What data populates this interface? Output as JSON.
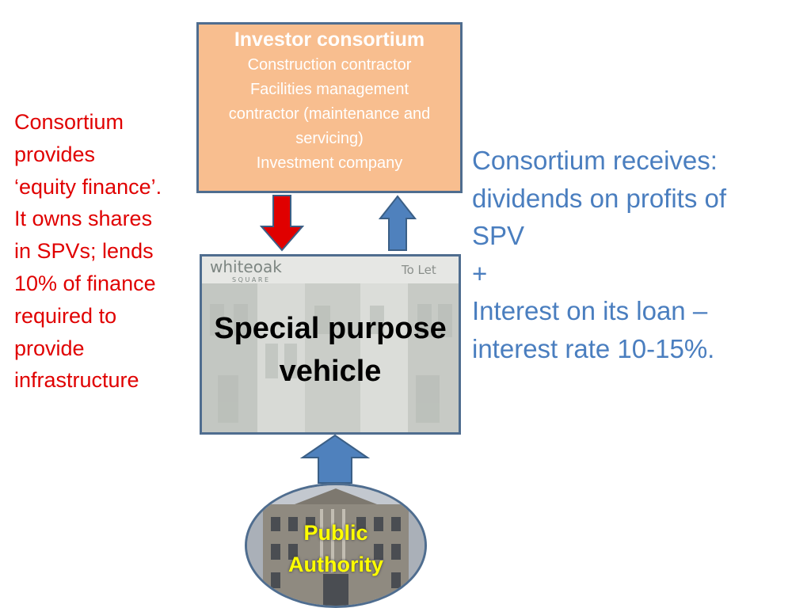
{
  "investor": {
    "title": "Investor consortium",
    "lines": [
      "Construction contractor",
      "Facilities management",
      "contractor (maintenance and",
      "servicing)",
      "Investment company"
    ]
  },
  "left_note": {
    "lines": [
      "Consortium",
      "provides",
      "‘equity finance’.",
      "It owns shares",
      "in SPVs; lends",
      "10% of finance",
      "required to",
      "provide",
      "infrastructure"
    ]
  },
  "right_note": {
    "lines": [
      "Consortium receives:",
      "dividends on profits of",
      "SPV",
      "+",
      "Interest on its loan –",
      "interest rate 10-15%."
    ]
  },
  "spv": {
    "title_line1": "Special purpose",
    "title_line2": "vehicle",
    "photo_sign": "whiteoak",
    "photo_sign_sub": "S Q U A R E",
    "photo_to_let": "To Let"
  },
  "authority": {
    "line1": "Public",
    "line2": "Authority"
  },
  "colors": {
    "investor_fill": "#f8be8f",
    "box_border": "#4f6d8f",
    "down_arrow": "#e00000",
    "up_arrow": "#4f81bd",
    "left_text": "#e00000",
    "right_text": "#4a7ebf",
    "authority_text": "#ffff00"
  }
}
